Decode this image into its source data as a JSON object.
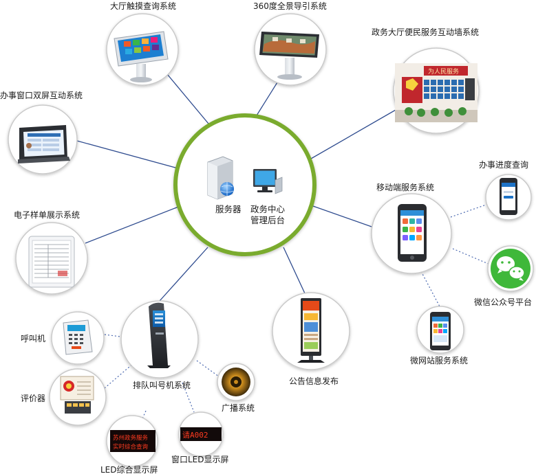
{
  "center": {
    "server_label": "服务器",
    "mgmt_label_line1": "政务中心",
    "mgmt_label_line2": "管理后台"
  },
  "nodes": {
    "touch_query": "大厅触摸查询系统",
    "panorama_guide": "360度全景导引系统",
    "interactive_wall": "政务大厅便民服务互动墙系统",
    "dual_screen": "办事窗口双屏互动系统",
    "e_sample": "电子样单展示系统",
    "mobile_service": "移动端服务系统",
    "progress_query": "办事进度查询",
    "wechat_platform": "微信公众号平台",
    "micro_site": "微网站服务系统",
    "announcement": "公告信息发布",
    "queue_system": "排队叫号机系统",
    "caller": "呼叫机",
    "evaluator": "评价器",
    "broadcast": "广播系统",
    "window_led": "窗口LED显示屏",
    "led_display": "LED综合显示屏"
  },
  "screens": {
    "led_text_line1": "苏州政务服务",
    "led_text_line2": "实时综合查询",
    "window_led_text": "请A002",
    "wall_slogan": "为人民服务"
  },
  "colors": {
    "ring_green": "#7aab2e",
    "node_border": "#c9c9c9",
    "connector": "#2f4c8f",
    "dashed": "#4a68b0",
    "wechat_green": "#3fb83a"
  }
}
